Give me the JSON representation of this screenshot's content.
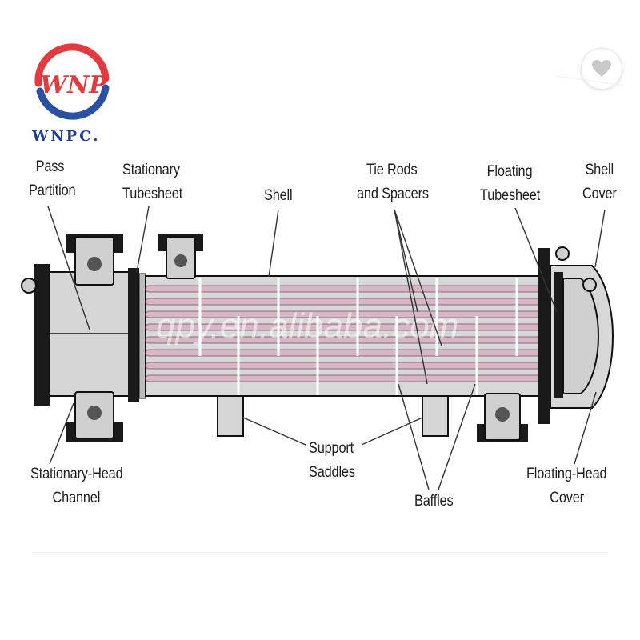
{
  "brand": {
    "logo_text": "WNP",
    "name": "WNPC."
  },
  "labels": {
    "pass_partition": [
      "Pass",
      "Partition"
    ],
    "stationary_tubesheet": [
      "Stationary",
      "Tubesheet"
    ],
    "shell": [
      "Shell"
    ],
    "tie_rods": [
      "Tie Rods",
      "and Spacers"
    ],
    "floating_tubesheet": [
      "Floating",
      "Tubesheet"
    ],
    "shell_cover": [
      "Shell",
      "Cover"
    ],
    "stationary_head": [
      "Stationary-Head",
      "Channel"
    ],
    "support_saddles": [
      "Support",
      "Saddles"
    ],
    "baffles": [
      "Baffles"
    ],
    "floating_head": [
      "Floating-Head",
      "Cover"
    ]
  },
  "watermark": "qpy.en.alibaba.com",
  "favorite": {
    "icon": "heart-icon"
  },
  "colors": {
    "body": "#d6d6d6",
    "tube": "#d8b7c4",
    "tube_shade": "#b8909f",
    "outline": "#111111",
    "logo_red": "#e23b3f",
    "logo_blue": "#2b4fa3",
    "brand_blue": "#1f3f93",
    "leader": "#333333"
  }
}
